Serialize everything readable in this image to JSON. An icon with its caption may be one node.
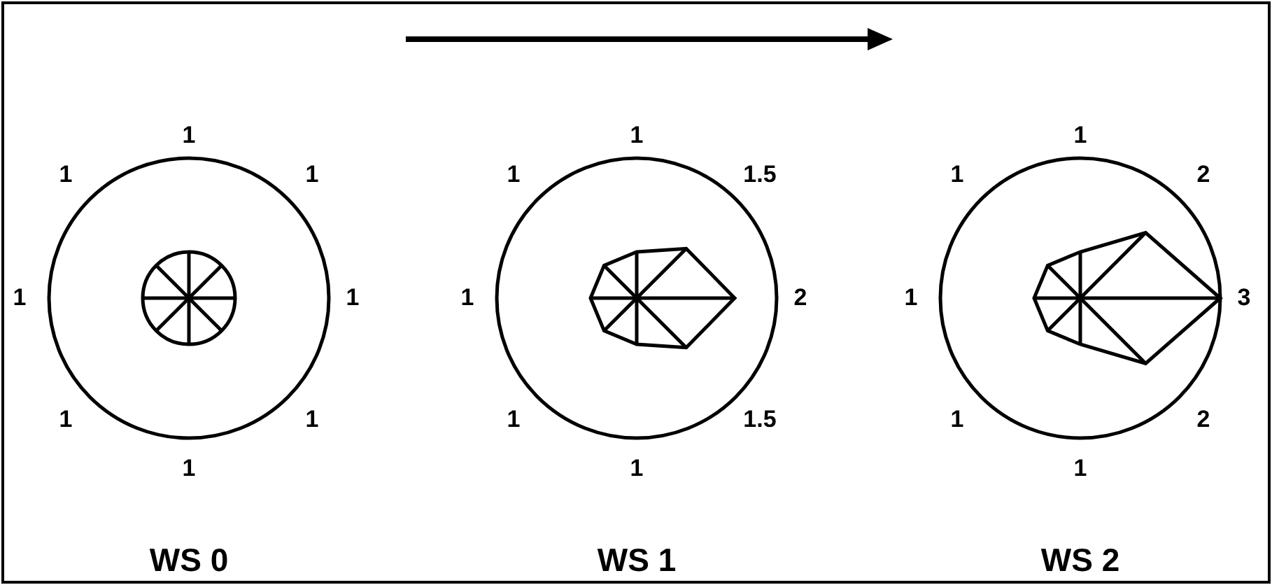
{
  "diagram": {
    "nodes": [
      {
        "text": [
          "WS 0"
        ],
        "beside": [
          "1",
          "1",
          "1",
          "1",
          "1",
          "1",
          "1",
          "1"
        ]
      },
      {
        "text": [
          "WS 1"
        ],
        "beside": [
          "1",
          "1",
          "1.5",
          "1",
          "2",
          "1",
          "1.5",
          "1"
        ]
      },
      {
        "text": [
          "WS 2"
        ],
        "beside": [
          "1",
          "1",
          "2",
          "1",
          "3",
          "1",
          "2",
          "1"
        ]
      }
    ]
  }
}
